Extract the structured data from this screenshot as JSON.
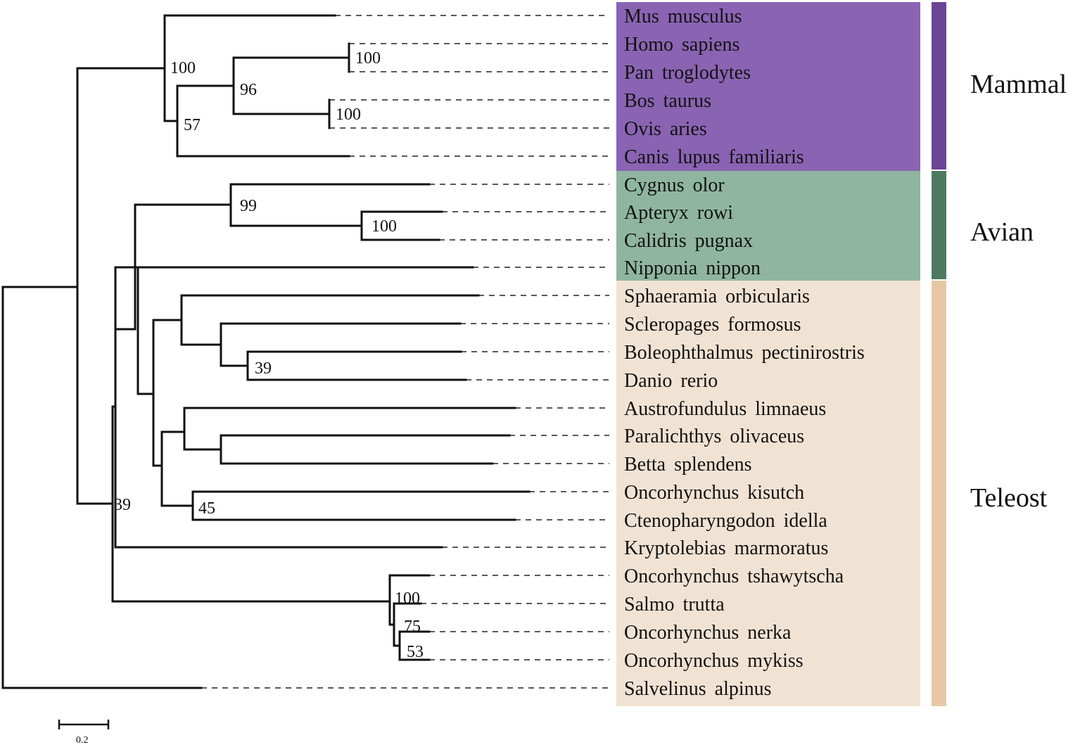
{
  "taxa": [
    "Mus musculus",
    "Homo sapiens",
    "Pan troglodytes",
    "Bos taurus",
    "Ovis aries",
    "Canis lupus familiaris",
    "Cygnus olor",
    "Apteryx rowi",
    "Calidris pugnax",
    "Nipponia nippon",
    "Sphaeramia orbicularis",
    "Scleropages formosus",
    "Boleophthalmus pectinirostris",
    "Danio rerio",
    "Austrofundulus limnaeus",
    "Paralichthys olivaceus",
    "Betta splendens",
    "Oncorhynchus kisutch",
    "Ctenopharyngodon idella",
    "Kryptolebias marmoratus",
    "Oncorhynchus tshawytscha",
    "Salmo trutta",
    "Oncorhynchus nerka",
    "Oncorhynchus mykiss",
    "Salvelinus alpinus"
  ],
  "bootstrap": [
    "100",
    "100",
    "96",
    "100",
    "57",
    "99",
    "100",
    "39",
    "45",
    "39",
    "100",
    "75",
    "53"
  ],
  "groups": [
    {
      "name": "Mammal",
      "color": "#8a63b3",
      "band": "#6a4595"
    },
    {
      "name": "Avian",
      "color": "#8fb5a0",
      "band": "#4e7a60"
    },
    {
      "name": "Teleost",
      "color": "#f1e3d3",
      "band": "#e6c8a6"
    }
  ],
  "scale_bar": {
    "label": "0.2"
  }
}
